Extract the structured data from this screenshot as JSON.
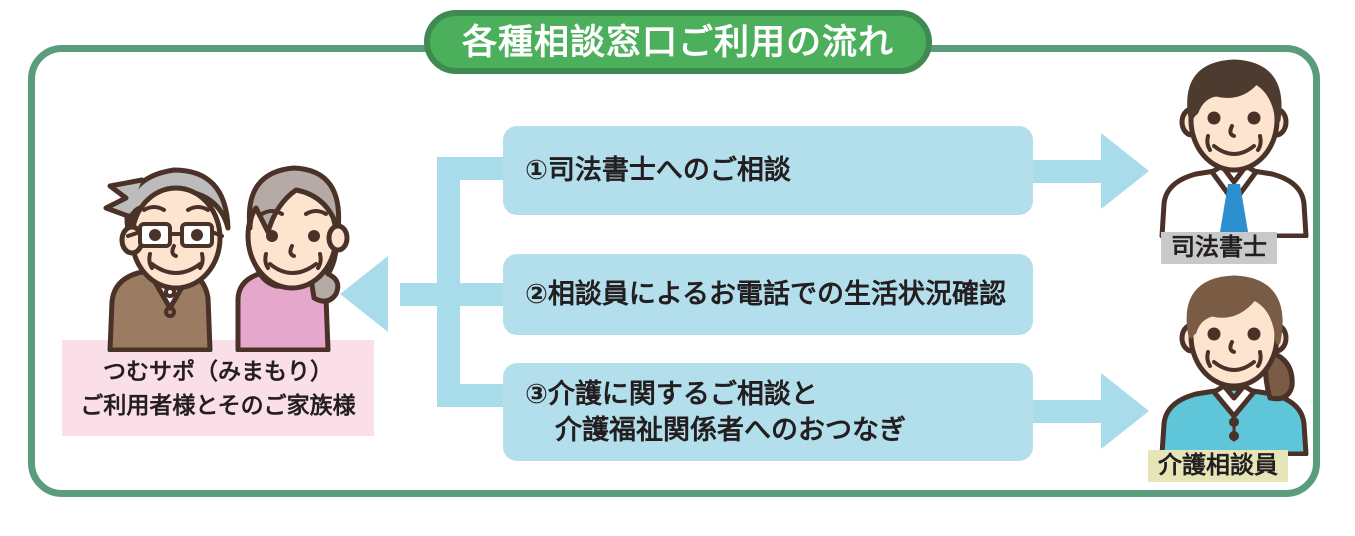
{
  "title": {
    "text": "各種相談窓口ご利用の流れ"
  },
  "colors": {
    "frame_border": "#5a9c7c",
    "title_fill": "#4caf5c",
    "title_border": "#3f8a50",
    "title_text": "#ffffff",
    "box_fill": "#b3dfec",
    "connector": "#a9dcea",
    "pink_caption": "#fadfe9",
    "badge_scrivener": "#c9c9c9",
    "badge_counselor": "#e5e5b8",
    "text": "#231f20"
  },
  "steps": [
    {
      "id": "step-1",
      "lines": [
        "①司法書士へのご相談"
      ],
      "arrow": "right"
    },
    {
      "id": "step-2",
      "lines": [
        "②相談員によるお電話での生活状況確認"
      ],
      "arrow": "left"
    },
    {
      "id": "step-3",
      "lines": [
        "③介護に関するご相談と",
        "介護福祉関係者へのおつなぎ"
      ],
      "arrow": "right"
    }
  ],
  "client": {
    "caption_line1": "つむサポ（みまもり）",
    "caption_line2": "ご利用者様とそのご家族様",
    "illustration": "elderly-couple"
  },
  "professionals": [
    {
      "id": "scrivener",
      "badge": "司法書士",
      "illustration": "male-professional"
    },
    {
      "id": "counselor",
      "badge": "介護相談員",
      "illustration": "female-counselor"
    }
  ]
}
